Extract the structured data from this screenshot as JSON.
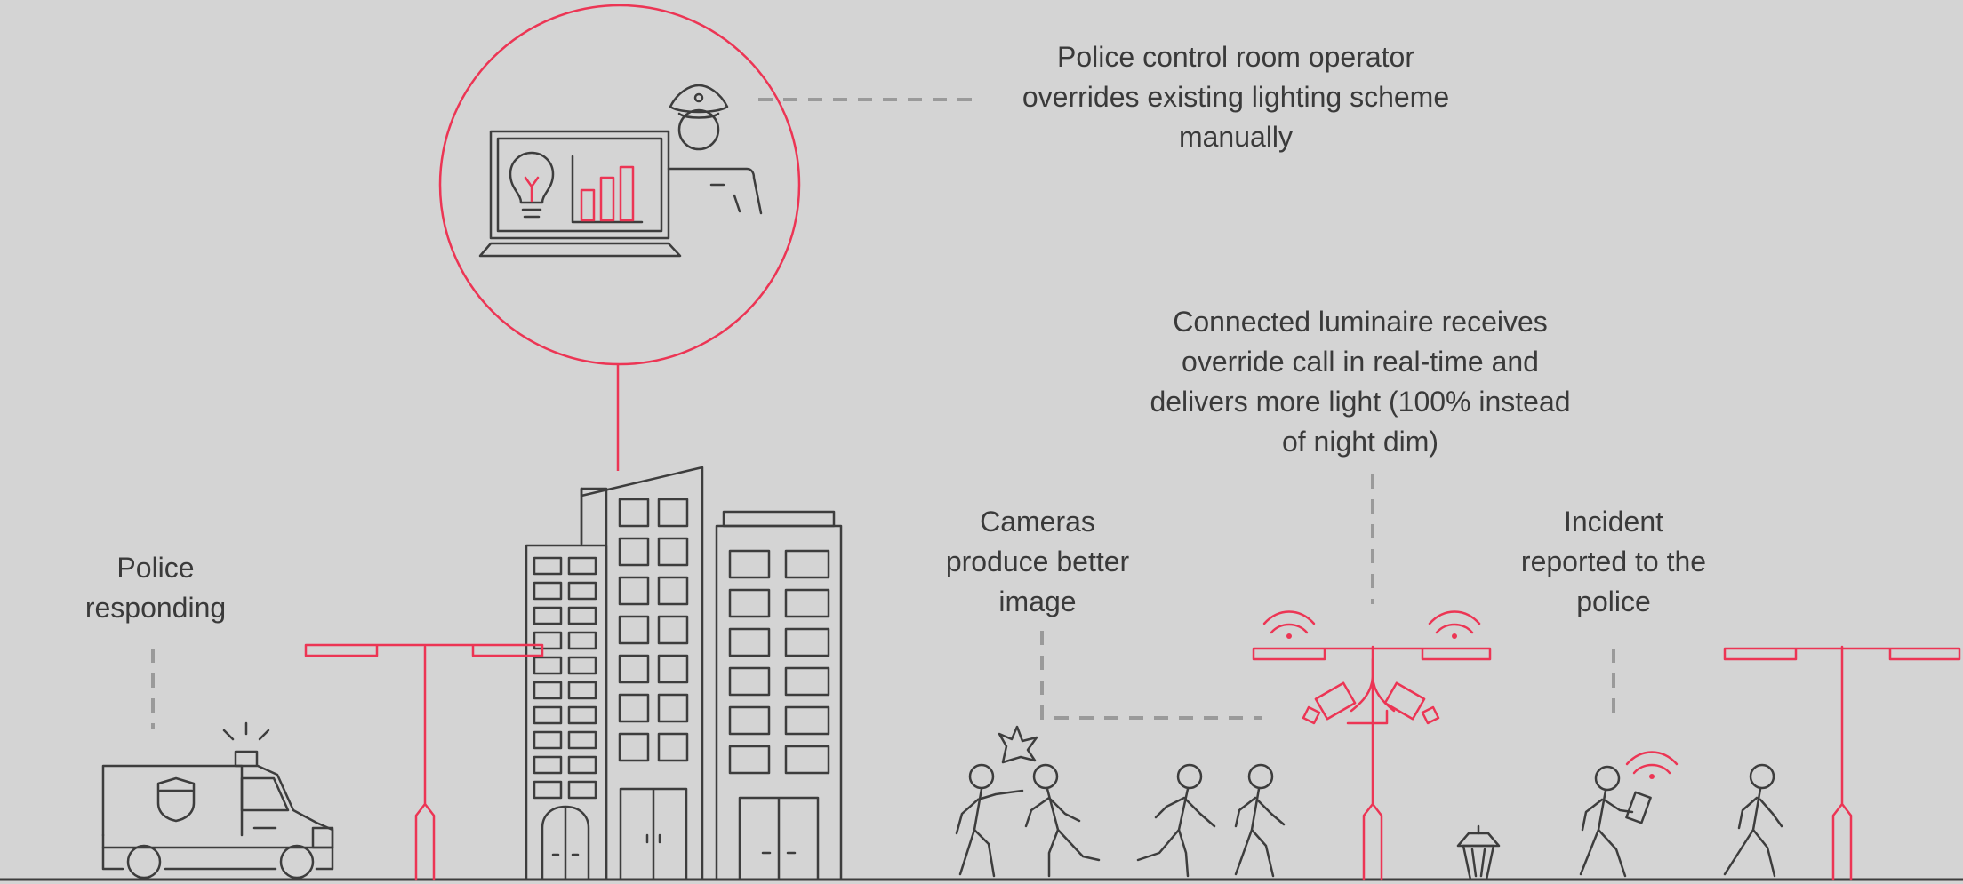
{
  "captions": {
    "operator": "Police control room operator\noverrides existing lighting scheme\nmanually",
    "luminaire": "Connected luminaire receives\noverride call in real-time and\ndelivers more light (100% instead\nof night dim)",
    "cameras": "Cameras\nproduce better\nimage",
    "incident": "Incident\nreported to the\npolice",
    "police_responding": "Police\nresponding"
  },
  "colors": {
    "background": "#d4d4d4",
    "ink": "#3d3d3d",
    "accent": "#ec3554",
    "connector": "#9a9a9a"
  },
  "icons": [
    "police-officer-icon",
    "laptop-dashboard-icon",
    "lightbulb-icon",
    "bar-chart-icon",
    "office-buildings-icon",
    "police-van-icon",
    "streetlight-icon",
    "security-camera-icon",
    "wifi-signal-icon",
    "pedestrian-icon",
    "trash-bin-icon",
    "explosion-icon",
    "smartphone-icon"
  ]
}
